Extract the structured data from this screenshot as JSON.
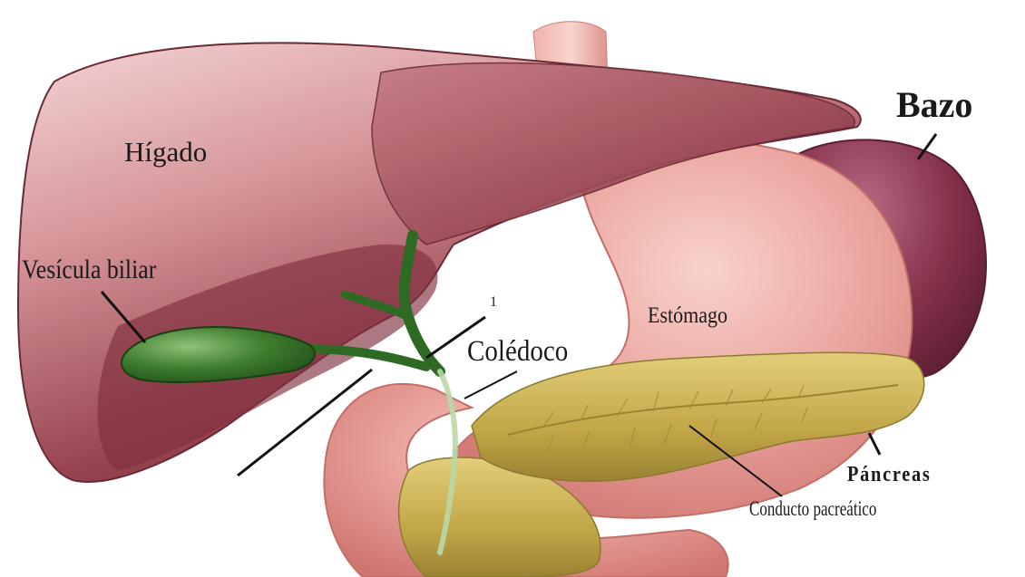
{
  "labels": {
    "higado": "Hígado",
    "bazo": "Bazo",
    "vesicula": "Vesícula biliar",
    "coledoco": "Colédoco",
    "estomago": "Estómago",
    "pancreas": "Páncreas",
    "conducto": "Conducto pacreático",
    "marker": "1"
  },
  "colors": {
    "liver": "#8e3f4b",
    "liver_light": "#e7b7b6",
    "gallbladder": "#2f6a24",
    "stomach": "#e79a95",
    "spleen": "#7a2c47",
    "pancreas": "#c7b04a",
    "background": "#ffffff"
  }
}
